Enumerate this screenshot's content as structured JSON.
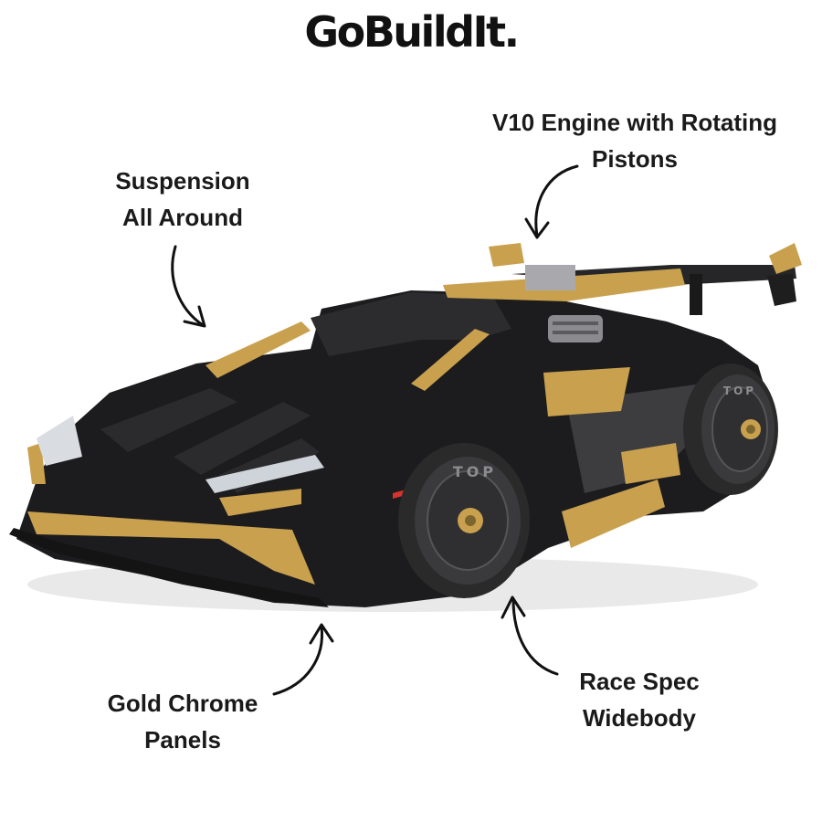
{
  "brand": {
    "logo_text": "GoBuildIt."
  },
  "callouts": {
    "engine": {
      "line1": "V10 Engine with Rotating",
      "line2": "Pistons"
    },
    "suspension": {
      "line1": "Suspension",
      "line2": "All Around"
    },
    "gold": {
      "line1": "Gold Chrome",
      "line2": "Panels"
    },
    "widebody": {
      "line1": "Race Spec",
      "line2": "Widebody"
    }
  },
  "product": {
    "wheel_text": "TOP"
  },
  "colors": {
    "body": "#1c1c1e",
    "gold": "#c9a14e",
    "tire": "#2a2a2a",
    "text": "#1a1a1a"
  },
  "icons": [
    "curved-arrow-icon"
  ]
}
